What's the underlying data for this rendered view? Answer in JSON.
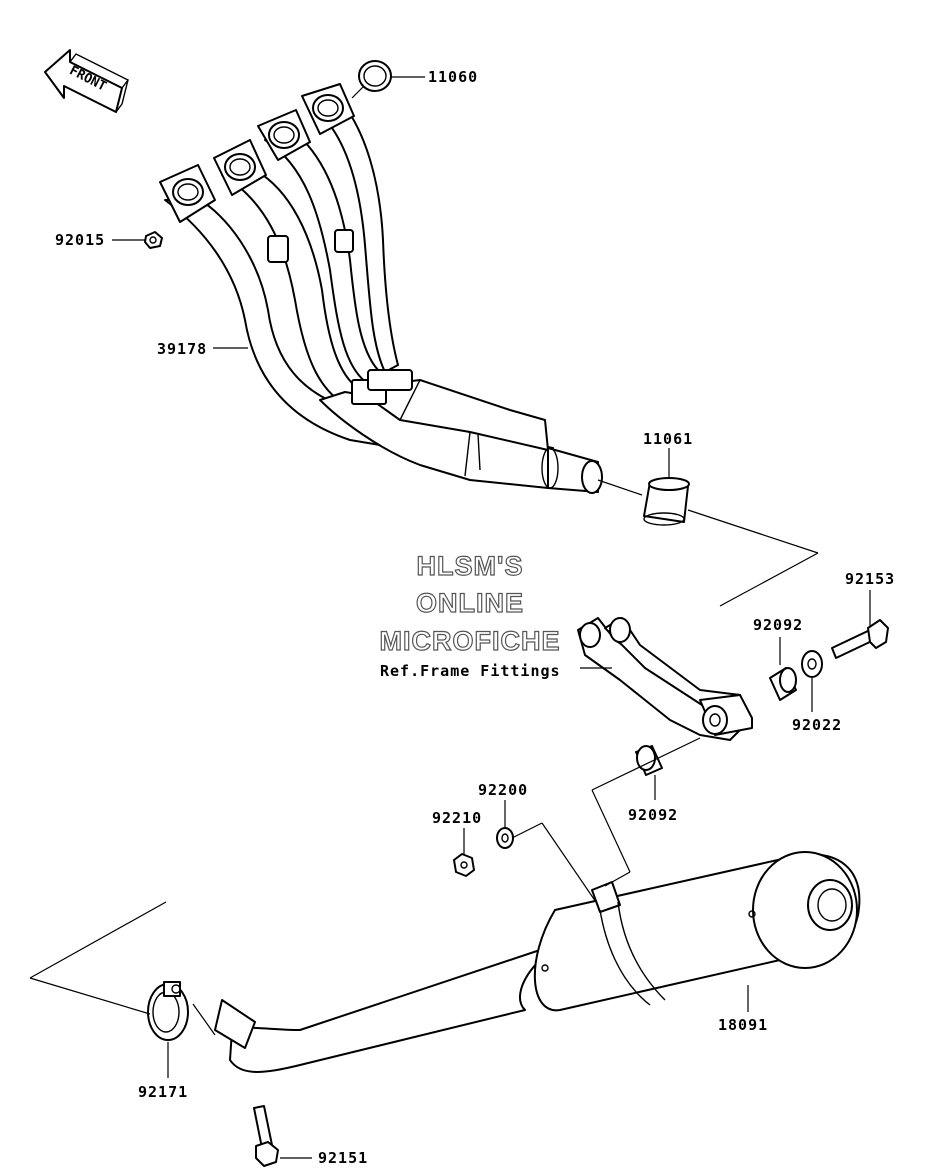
{
  "diagram": {
    "direction_label": "FRONT",
    "watermark": [
      "HLSM'S",
      "ONLINE",
      "MICROFICHE"
    ],
    "reference_note": "Ref.Frame Fittings",
    "callouts": [
      {
        "part": "11060"
      },
      {
        "part": "92015"
      },
      {
        "part": "39178"
      },
      {
        "part": "11061"
      },
      {
        "part": "92153"
      },
      {
        "part": "92092"
      },
      {
        "part": "92022"
      },
      {
        "part": "92092"
      },
      {
        "part": "92200"
      },
      {
        "part": "92210"
      },
      {
        "part": "18091"
      },
      {
        "part": "92171"
      },
      {
        "part": "92151"
      }
    ]
  }
}
